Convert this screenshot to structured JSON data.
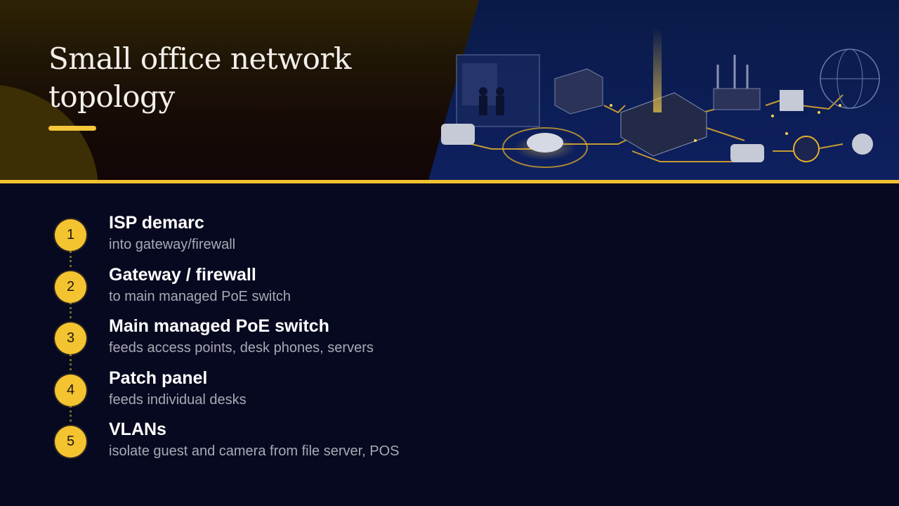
{
  "slide": {
    "title": "Small office network topology",
    "accent_color": "#f4c330",
    "background_color": "#070920"
  },
  "steps": [
    {
      "number": "1",
      "title": "ISP demarc",
      "description": "into gateway/firewall"
    },
    {
      "number": "2",
      "title": "Gateway / firewall",
      "description": "to main managed PoE switch"
    },
    {
      "number": "3",
      "title": "Main managed PoE switch",
      "description": "feeds access points, desk phones, servers"
    },
    {
      "number": "4",
      "title": "Patch panel",
      "description": "feeds individual desks"
    },
    {
      "number": "5",
      "title": "VLANs",
      "description": "isolate guest and camera from file server, POS"
    }
  ]
}
